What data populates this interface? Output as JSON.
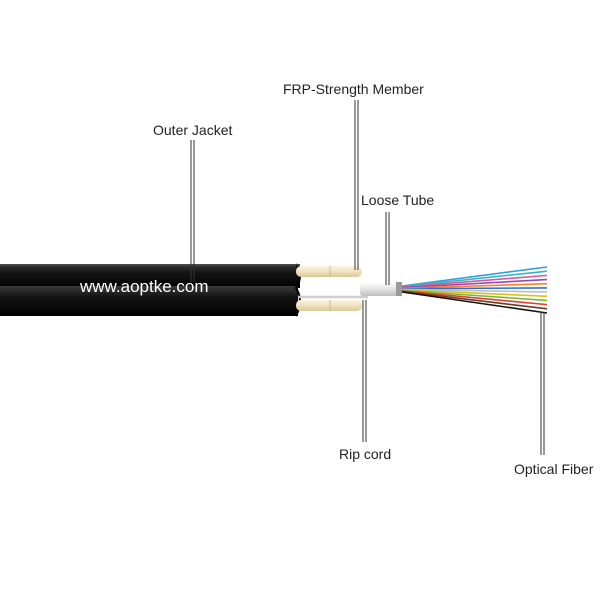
{
  "labels": {
    "frp_strength_member": "FRP-Strength Member",
    "outer_jacket": "Outer Jacket",
    "loose_tube": "Loose Tube",
    "rip_cord": "Rip cord",
    "optical_fiber": "Optical Fiber"
  },
  "watermark": "www.aoptke.com",
  "colors": {
    "jacket": "#111111",
    "frp_rod": "#f1e6c6",
    "loose_tube": "#e6e6e6",
    "background": "#ffffff"
  },
  "fiber_colors": [
    "#2f9fd8",
    "#34b8c8",
    "#e0559a",
    "#8a4fb8",
    "#ff7f2a",
    "#2c6ed3",
    "#bfbfbf",
    "#d8c21a",
    "#7cb82f",
    "#e23b3b",
    "#6b3e1f",
    "#111111"
  ]
}
